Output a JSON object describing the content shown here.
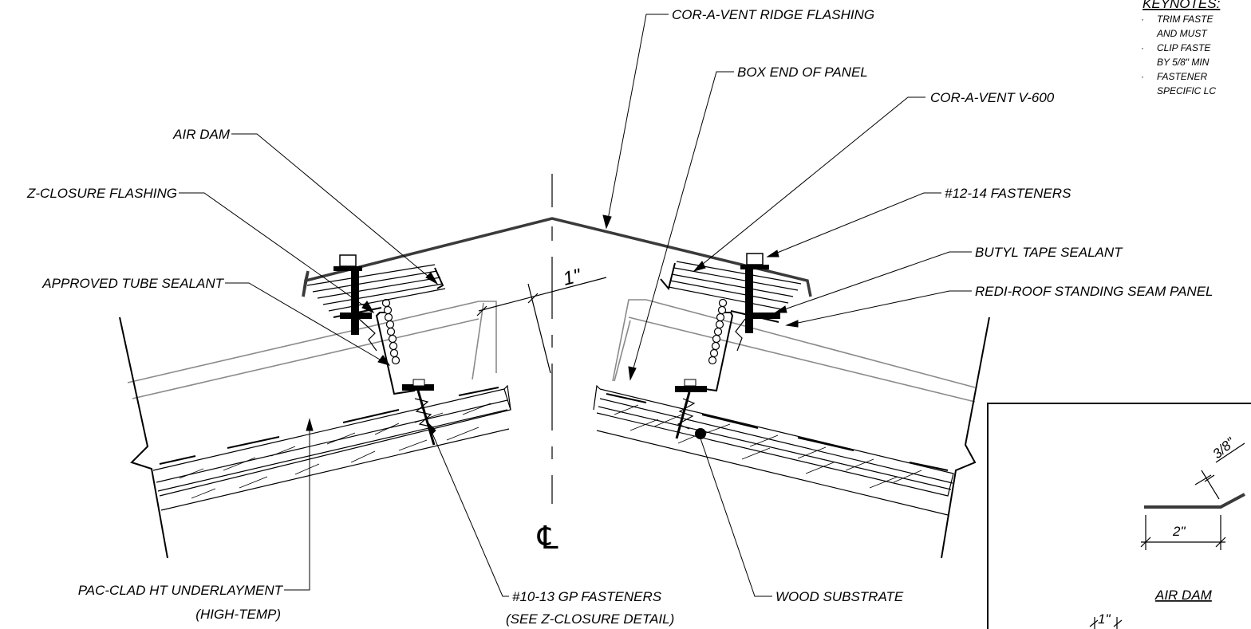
{
  "callouts": {
    "ridge_flashing": "COR-A-VENT RIDGE FLASHING",
    "box_end": "BOX END OF PANEL",
    "v600": "COR-A-VENT V-600",
    "air_dam": "AIR DAM",
    "z_closure": "Z-CLOSURE FLASHING",
    "fasteners_12_14": "#12-14 FASTENERS",
    "butyl": "BUTYL TAPE SEALANT",
    "tube_sealant": "APPROVED TUBE SEALANT",
    "panel": "REDI-ROOF STANDING SEAM PANEL",
    "underlayment": "PAC-CLAD HT UNDERLAYMENT",
    "underlayment_sub": "(HIGH-TEMP)",
    "gp_fasteners": "#10-13 GP FASTENERS",
    "gp_fasteners_sub": "(SEE Z-CLOSURE DETAIL)",
    "wood": "WOOD SUBSTRATE"
  },
  "dimensions": {
    "gap": "1\"",
    "centerline": "℄",
    "airdam_leg": "3/8\"",
    "airdam_width": "2\"",
    "bottom_dim": "1\""
  },
  "keynotes": {
    "title": "KEYNOTES:",
    "lines": [
      "TRIM FASTE",
      "AND MUST",
      "CLIP FASTE",
      "BY 5/8\" MIN",
      "FASTENER",
      "SPECIFIC LC"
    ]
  },
  "detail": {
    "title": "AIR DAM"
  }
}
